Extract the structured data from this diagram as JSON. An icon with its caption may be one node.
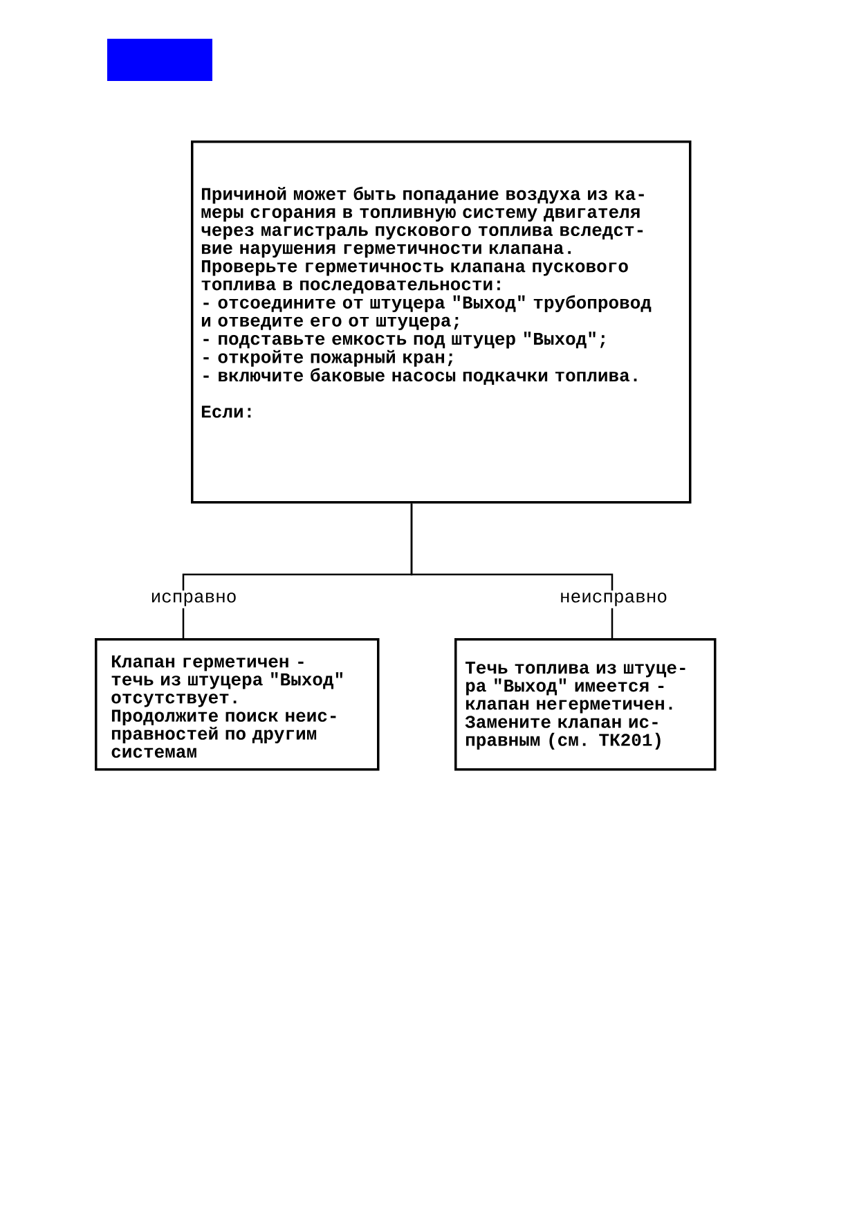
{
  "diagram": {
    "nodes": [
      {
        "text": [
          "Причиной может быть попадание воздуха из ка- меры сгорания в топливную систему двигателя через магистраль пускового топлива вследст- вие нарушения герметичности клапана.",
          "Проверьте герметичность клапана пускового топлива в последовательности:",
          "- отсоедините от штуцера \"Выход\" трубопровод и отведите его от штуцера;",
          "- подставьте емкость под штуцер \"Выход\";",
          "- откройте пожарный кран;",
          "- включите баковые насосы подкачки топлива.",
          "Если:"
        ]
      },
      {
        "text": [
          "Клапан герметичен - течь из штуцера \"Выход\" отсутствует.",
          "Продолжите поиск неис- правностей по другим системам"
        ]
      },
      {
        "text": [
          "Течь топлива из штуце- ра \"Выход\" имеется - клапан негерметичен.",
          "Замените клапан ис- правным (см. ТК201)"
        ]
      }
    ],
    "edges": [
      {
        "from": 0,
        "to": 1,
        "arrow": "none",
        "label": "исправно"
      },
      {
        "from": 0,
        "to": 2,
        "arrow": "none",
        "label": "неисправно"
      }
    ]
  }
}
